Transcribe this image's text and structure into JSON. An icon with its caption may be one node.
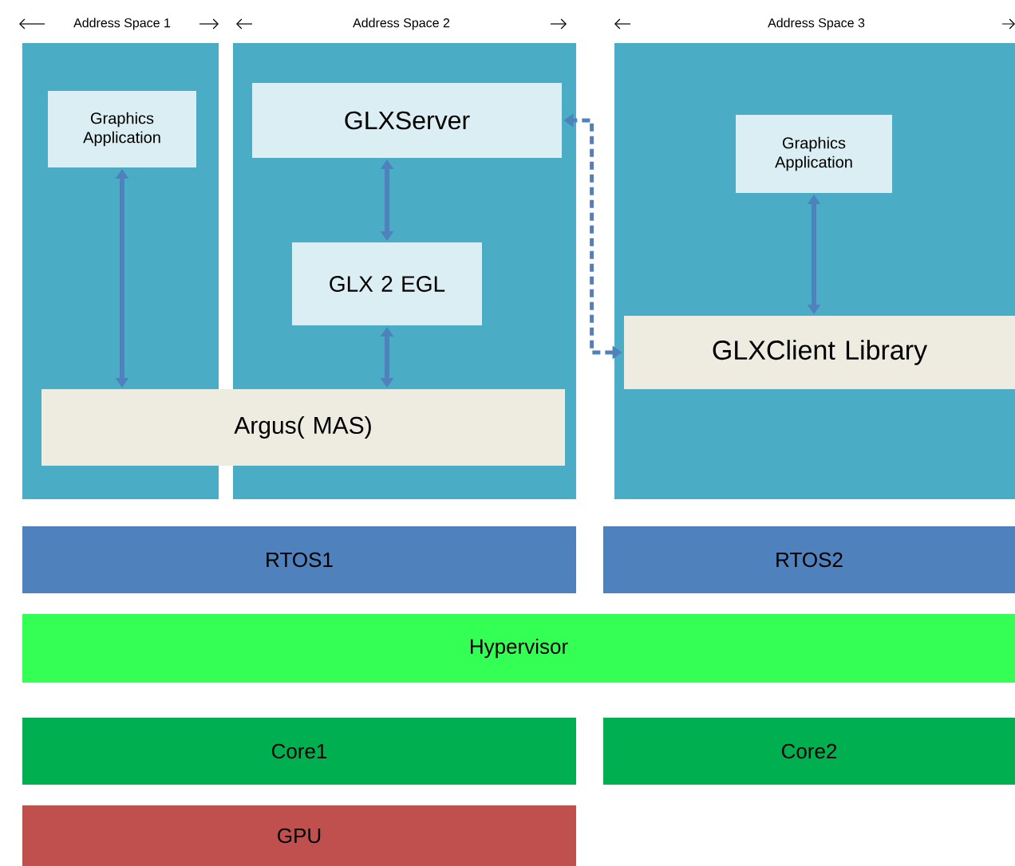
{
  "diagram": {
    "nodes": [
      {
        "text": [
          "Address Space 1"
        ]
      },
      {
        "text": [
          "Graphics Application"
        ],
        "in": 0
      },
      {
        "text": [
          "Address Space 2"
        ]
      },
      {
        "text": [
          "GLXServer"
        ],
        "in": 2
      },
      {
        "text": [
          "GLX 2 EGL"
        ],
        "in": 2
      },
      {
        "text": [
          "Argus( MAS)"
        ]
      },
      {
        "text": [
          "Address Space 3"
        ]
      },
      {
        "text": [
          "Graphics Application"
        ],
        "in": 6
      },
      {
        "text": [
          "GLXClient Library"
        ],
        "in": 6
      },
      {
        "text": [
          "RTOS1"
        ]
      },
      {
        "text": [
          "RTOS2"
        ]
      },
      {
        "text": [
          "Hypervisor"
        ]
      },
      {
        "text": [
          "Core1"
        ]
      },
      {
        "text": [
          "Core2"
        ]
      },
      {
        "text": [
          "GPU"
        ]
      }
    ],
    "edges": [
      {
        "from": 1,
        "to": 5,
        "arrow": "both"
      },
      {
        "from": 3,
        "to": 4,
        "arrow": "both"
      },
      {
        "from": 4,
        "to": 5,
        "arrow": "both"
      },
      {
        "from": 7,
        "to": 8,
        "arrow": "both"
      },
      {
        "from": 8,
        "to": 3,
        "arrow": "both",
        "style": "dashed"
      }
    ]
  }
}
